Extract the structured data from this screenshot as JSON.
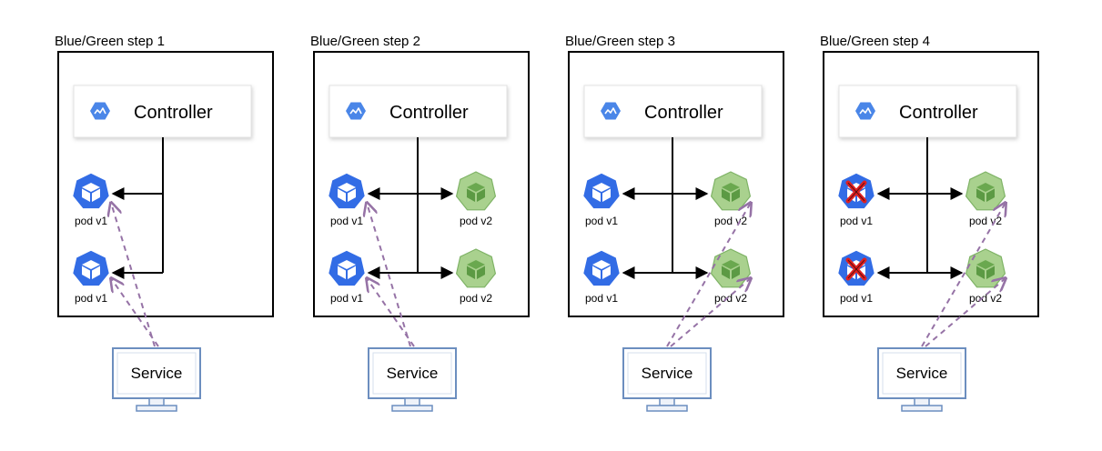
{
  "panels": [
    {
      "title": "Blue/Green step 1",
      "controller": "Controller",
      "service": "Service",
      "pods": [
        {
          "label": "pod v1",
          "version": "v1",
          "terminated": false,
          "row": 0
        },
        {
          "label": "pod v1",
          "version": "v1",
          "terminated": false,
          "row": 1
        }
      ],
      "traffic_to": "v1"
    },
    {
      "title": "Blue/Green step 2",
      "controller": "Controller",
      "service": "Service",
      "pods": [
        {
          "label": "pod v1",
          "version": "v1",
          "terminated": false,
          "row": 0
        },
        {
          "label": "pod v1",
          "version": "v1",
          "terminated": false,
          "row": 1
        },
        {
          "label": "pod v2",
          "version": "v2",
          "terminated": false,
          "row": 0
        },
        {
          "label": "pod v2",
          "version": "v2",
          "terminated": false,
          "row": 1
        }
      ],
      "traffic_to": "v1"
    },
    {
      "title": "Blue/Green step 3",
      "controller": "Controller",
      "service": "Service",
      "pods": [
        {
          "label": "pod v1",
          "version": "v1",
          "terminated": false,
          "row": 0
        },
        {
          "label": "pod v1",
          "version": "v1",
          "terminated": false,
          "row": 1
        },
        {
          "label": "pod v2",
          "version": "v2",
          "terminated": false,
          "row": 0
        },
        {
          "label": "pod v2",
          "version": "v2",
          "terminated": false,
          "row": 1
        }
      ],
      "traffic_to": "v2"
    },
    {
      "title": "Blue/Green step 4",
      "controller": "Controller",
      "service": "Service",
      "pods": [
        {
          "label": "pod v1",
          "version": "v1",
          "terminated": true,
          "row": 0
        },
        {
          "label": "pod v1",
          "version": "v1",
          "terminated": true,
          "row": 1
        },
        {
          "label": "pod v2",
          "version": "v2",
          "terminated": false,
          "row": 0
        },
        {
          "label": "pod v2",
          "version": "v2",
          "terminated": false,
          "row": 1
        }
      ],
      "traffic_to": "v2"
    }
  ],
  "colors": {
    "pod_v1_fill": "#326ce5",
    "pod_v2_fill": "#a9d18e",
    "pod_v2_stroke": "#7fb366",
    "traffic_line": "#9673a6",
    "service_stroke": "#6c8ebf",
    "controller_icon": "#4a86e8",
    "terminated_mark": "#e02020"
  },
  "icons": {
    "controller": "gcp-hexagon-icon",
    "pod": "kubernetes-pod-icon",
    "service": "monitor-icon",
    "terminated": "red-x-icon"
  }
}
